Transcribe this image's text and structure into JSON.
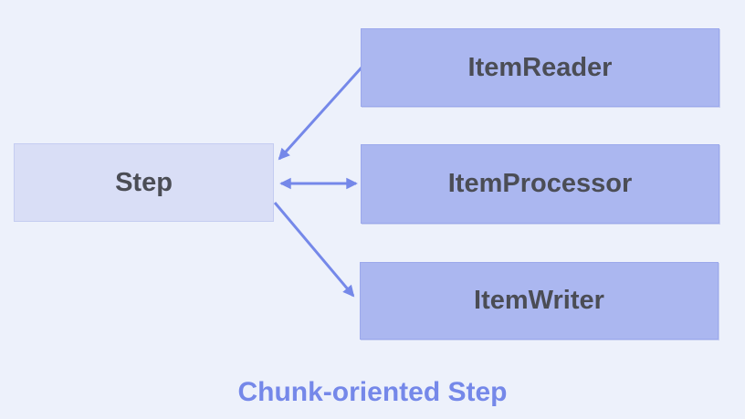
{
  "diagram": {
    "caption": "Chunk-oriented Step",
    "nodes": [
      {
        "id": "step",
        "label": "Step"
      },
      {
        "id": "item-reader",
        "label": "ItemReader"
      },
      {
        "id": "item-processor",
        "label": "ItemProcessor"
      },
      {
        "id": "item-writer",
        "label": "ItemWriter"
      }
    ],
    "edges": [
      {
        "from": "ItemReader",
        "to": "Step",
        "direction": "one-way"
      },
      {
        "from": "Step",
        "to": "ItemProcessor",
        "direction": "two-way"
      },
      {
        "from": "Step",
        "to": "ItemWriter",
        "direction": "one-way"
      }
    ],
    "colors": {
      "background": "#edf1fb",
      "step_fill": "#d9def6",
      "step_border": "#c5cdf1",
      "component_fill": "#abb7f0",
      "component_border": "#9ca9ec",
      "arrow": "#7588e9",
      "node_text": "#4b4d55",
      "caption_text": "#7588e9"
    }
  }
}
